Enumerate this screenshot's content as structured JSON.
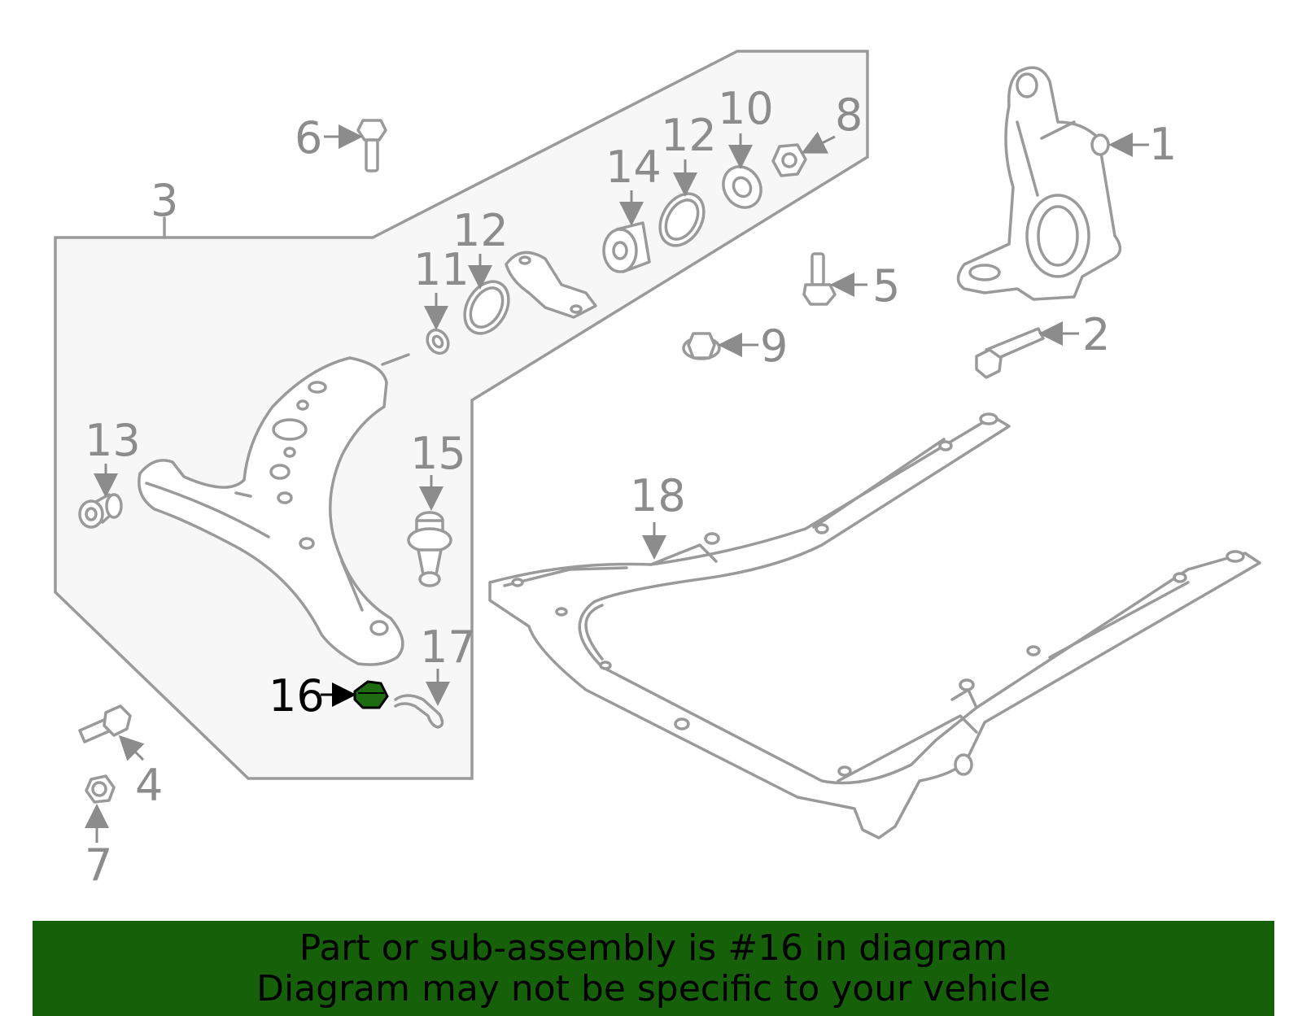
{
  "diagram": {
    "callouts": {
      "c1": "1",
      "c2": "2",
      "c3": "3",
      "c4": "4",
      "c5": "5",
      "c6": "6",
      "c7": "7",
      "c8": "8",
      "c9": "9",
      "c10": "10",
      "c11": "11",
      "c12a": "12",
      "c12b": "12",
      "c13": "13",
      "c14": "14",
      "c15": "15",
      "c16": "16",
      "c17": "17",
      "c18": "18"
    },
    "highlighted_part": "16",
    "highlight_color": "#1e6b12"
  },
  "banner": {
    "line1": "Part or sub-assembly is #16 in diagram",
    "line2": "Diagram may not be specific to your vehicle",
    "background_color": "#156009"
  }
}
